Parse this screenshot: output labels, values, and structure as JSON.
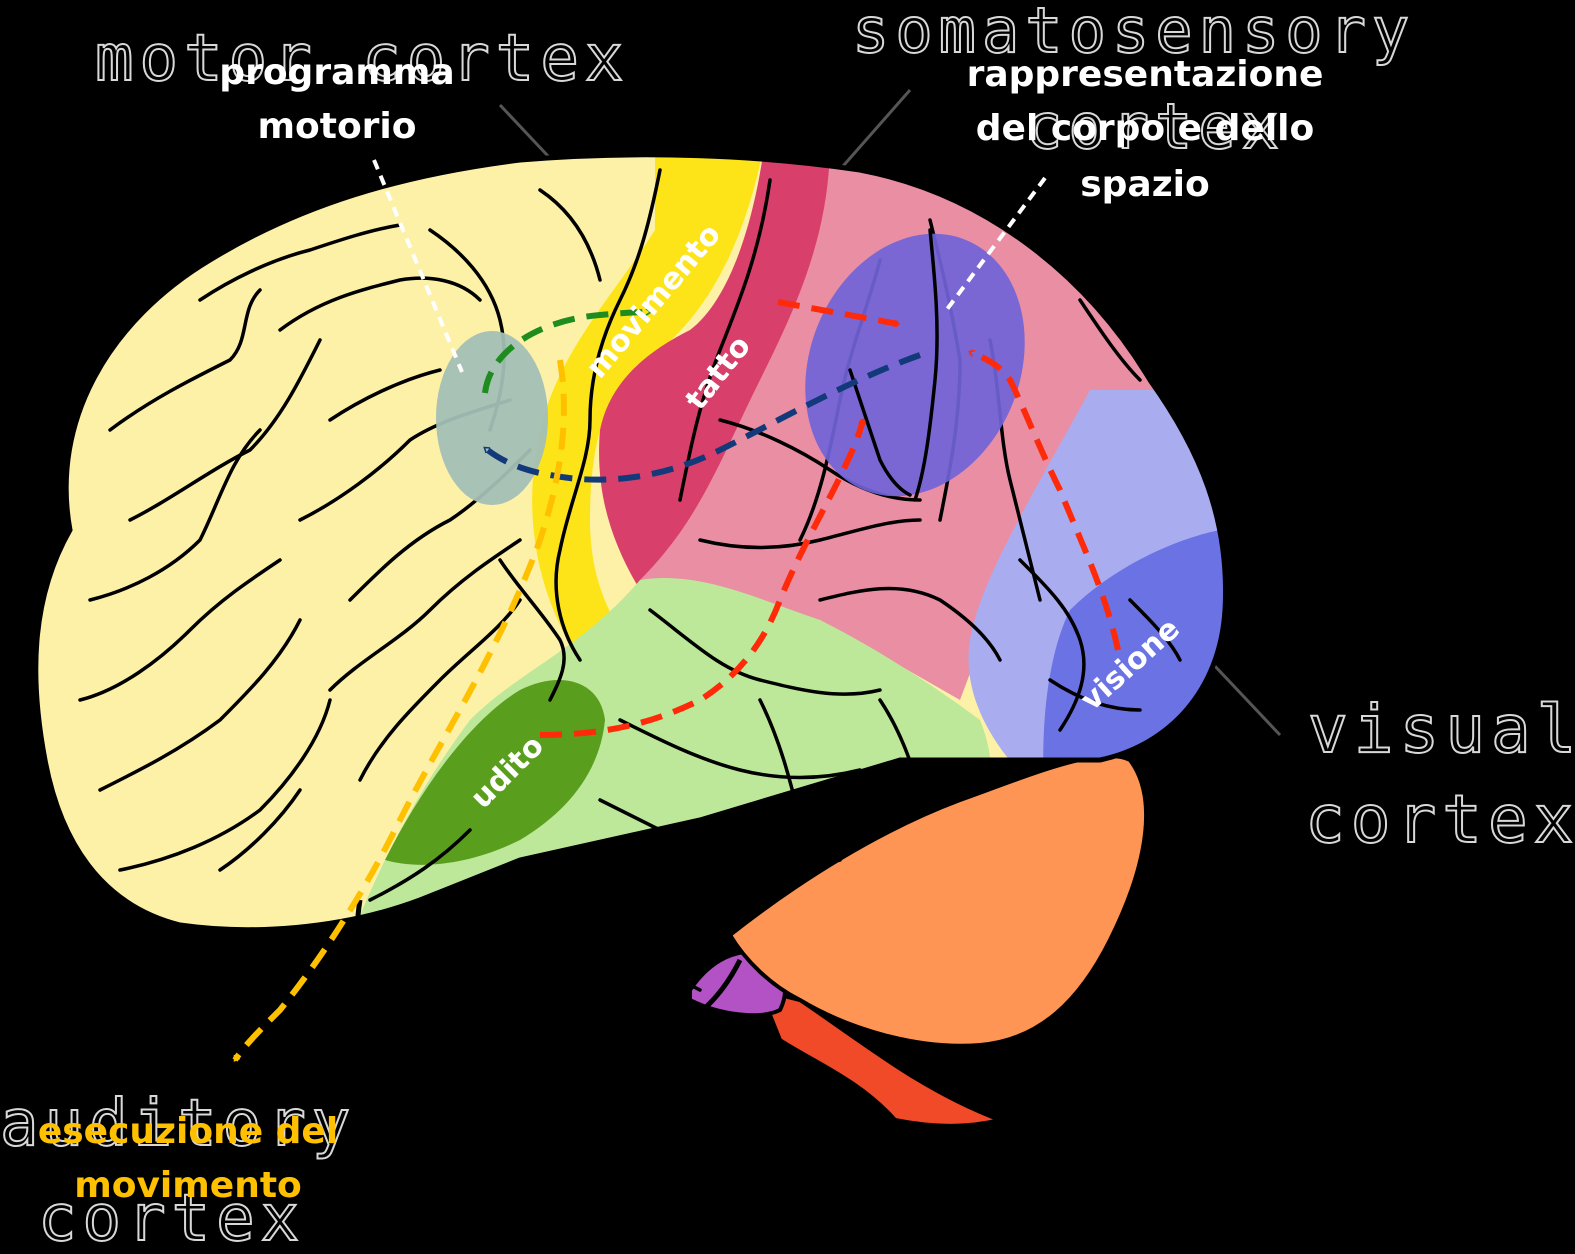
{
  "background_labels": {
    "motor": "motor cortex",
    "somato_line1": "somatosensory",
    "somato_line2": "cortex",
    "visual_line1": "visual",
    "visual_line2": "cortex",
    "auditory_line1": "auditory",
    "auditory_line2": "cortex"
  },
  "annotations": {
    "programma_line1": "programma",
    "programma_line2": "motorio",
    "rappresentazione_line1": "rappresentazione",
    "rappresentazione_line2": "del corpo e dello",
    "rappresentazione_line3": "spazio",
    "esecuzione_line1": "esecuzione del",
    "esecuzione_line2": "movimento"
  },
  "region_labels": {
    "movimento": "movimento",
    "tatto": "tatto",
    "visione": "visione",
    "udito": "udito"
  },
  "colors": {
    "frontal": "#fdf1a7",
    "motor_strip": "#fde418",
    "somatosensory_strip": "#d83f6b",
    "parietal": "#e98ea3",
    "association_ellipse": "#7064d8",
    "premotor_ellipse": "#a3bfb6",
    "occipital_light": "#a9adf0",
    "occipital_dark": "#6b73e4",
    "temporal": "#bde89a",
    "auditory": "#5a9e1e",
    "cerebellum": "#ff9555",
    "brainstem": "#f04a28",
    "pons": "#b352c4",
    "arrow_red": "#ff2a0a",
    "arrow_green": "#1e8c1e",
    "arrow_blue": "#123a7a",
    "arrow_yellow": "#ffc000"
  }
}
